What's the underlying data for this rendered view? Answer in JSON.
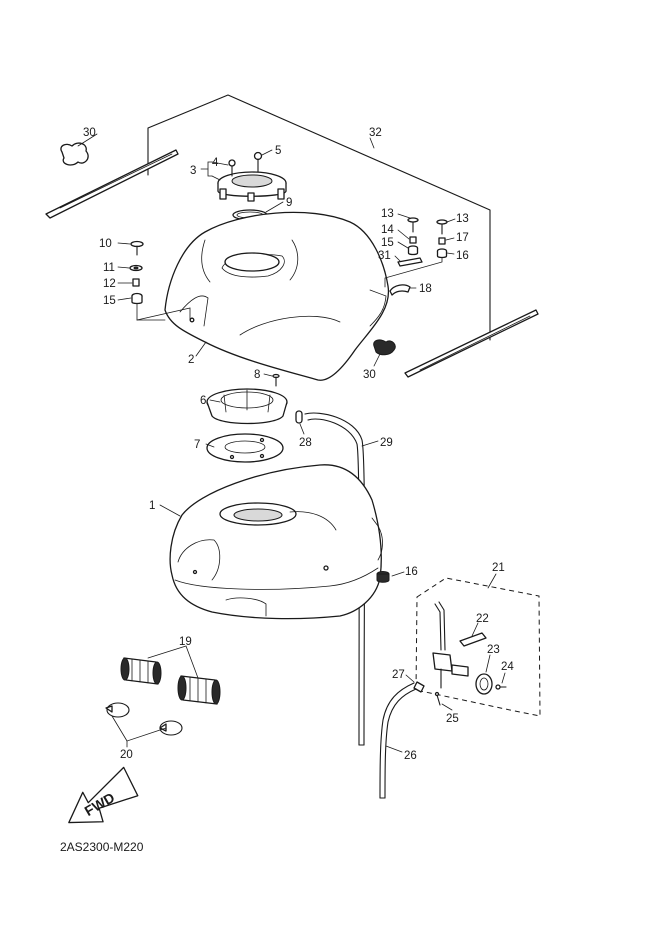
{
  "diagram": {
    "part_labels": [
      {
        "id": "p1",
        "text": "1"
      },
      {
        "id": "p2",
        "text": "2"
      },
      {
        "id": "p3",
        "text": "3"
      },
      {
        "id": "p4",
        "text": "4"
      },
      {
        "id": "p5",
        "text": "5"
      },
      {
        "id": "p6",
        "text": "6"
      },
      {
        "id": "p7",
        "text": "7"
      },
      {
        "id": "p8",
        "text": "8"
      },
      {
        "id": "p9",
        "text": "9"
      },
      {
        "id": "p10",
        "text": "10"
      },
      {
        "id": "p11",
        "text": "11"
      },
      {
        "id": "p12",
        "text": "12"
      },
      {
        "id": "p13a",
        "text": "13"
      },
      {
        "id": "p13b",
        "text": "13"
      },
      {
        "id": "p14",
        "text": "14"
      },
      {
        "id": "p15a",
        "text": "15"
      },
      {
        "id": "p15b",
        "text": "15"
      },
      {
        "id": "p16a",
        "text": "16"
      },
      {
        "id": "p16b",
        "text": "16"
      },
      {
        "id": "p17",
        "text": "17"
      },
      {
        "id": "p18",
        "text": "18"
      },
      {
        "id": "p19",
        "text": "19"
      },
      {
        "id": "p20",
        "text": "20"
      },
      {
        "id": "p21",
        "text": "21"
      },
      {
        "id": "p22",
        "text": "22"
      },
      {
        "id": "p23",
        "text": "23"
      },
      {
        "id": "p24",
        "text": "24"
      },
      {
        "id": "p25",
        "text": "25"
      },
      {
        "id": "p26",
        "text": "26"
      },
      {
        "id": "p27",
        "text": "27"
      },
      {
        "id": "p28",
        "text": "28"
      },
      {
        "id": "p29",
        "text": "29"
      },
      {
        "id": "p30a",
        "text": "30"
      },
      {
        "id": "p30b",
        "text": "30"
      },
      {
        "id": "p31",
        "text": "31"
      },
      {
        "id": "p32",
        "text": "32"
      }
    ],
    "fwd_arrow_text": "FWD",
    "drawing_code": "2AS2300-M220"
  }
}
